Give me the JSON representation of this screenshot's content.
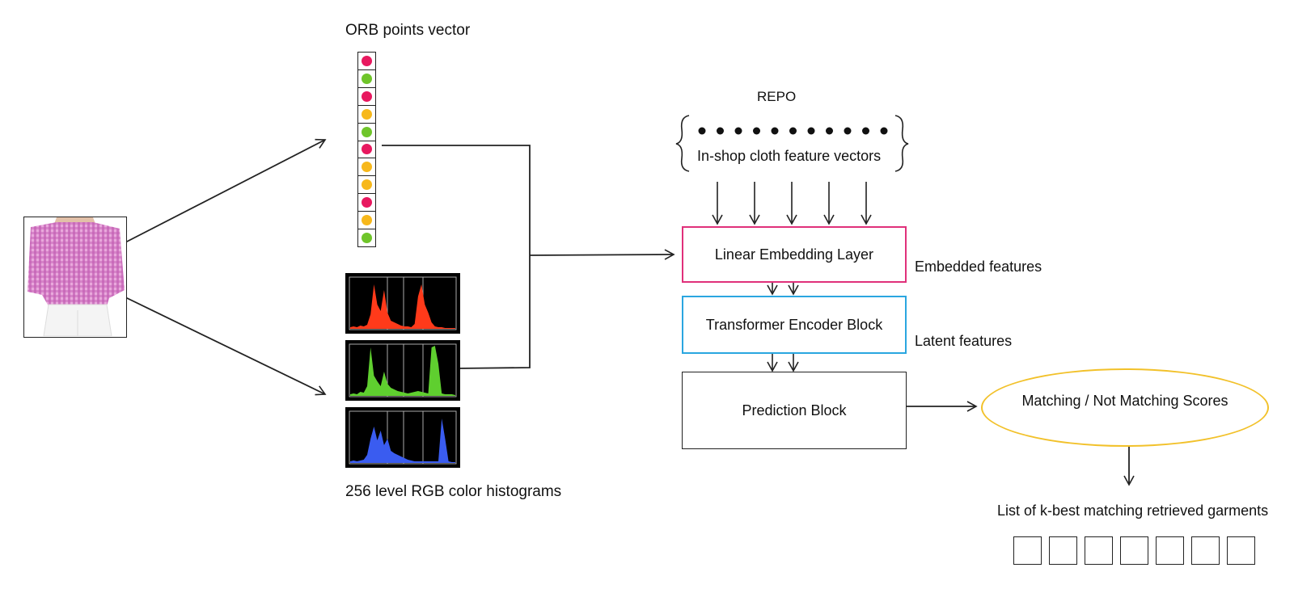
{
  "input": {
    "image_label": "garment-photo"
  },
  "orb": {
    "title": "ORB points vector",
    "dots": [
      "#e8185f",
      "#6fc52a",
      "#e8185f",
      "#f7b81b",
      "#6fc52a",
      "#e8185f",
      "#f7b81b",
      "#f7b81b",
      "#e8185f",
      "#f7b81b",
      "#6fc52a"
    ]
  },
  "histograms": {
    "caption": "256 level RGB color histograms",
    "colors": [
      "#ff3a1a",
      "#5fcf2f",
      "#3a5cf0"
    ]
  },
  "repo": {
    "title": "REPO",
    "subtitle": "In-shop cloth feature vectors",
    "dot_count": 11
  },
  "blocks": {
    "embedding": "Linear Embedding Layer",
    "encoder": "Transformer Encoder Block",
    "prediction": "Prediction Block"
  },
  "side_labels": {
    "embedded": "Embedded features",
    "latent": "Latent features"
  },
  "scores": {
    "label": "Matching / Not Matching Scores"
  },
  "results": {
    "title": "List of k-best matching retrieved garments",
    "count": 7
  },
  "colors": {
    "embedding_border": "#e0307a",
    "encoder_border": "#2aa6e0",
    "scores_border": "#f2c12a"
  }
}
